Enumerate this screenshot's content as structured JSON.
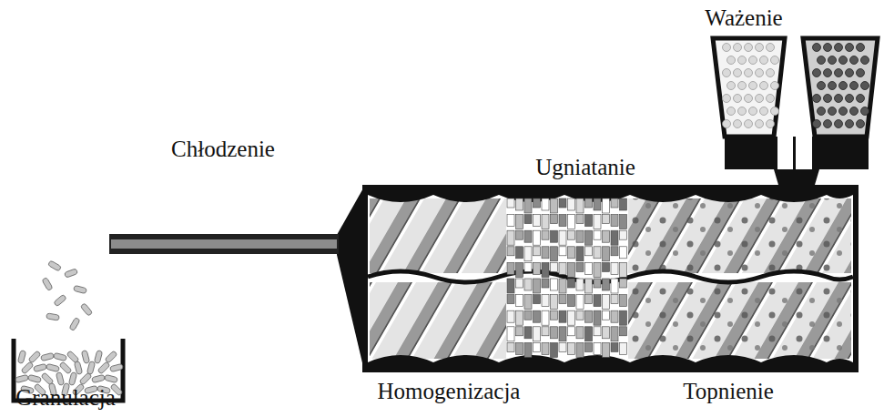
{
  "diagram": {
    "labels": [
      "Ważenie",
      "Chłodzenie",
      "Ugniatanie",
      "Homogenizacja",
      "Topnienie",
      "Granulacja"
    ]
  }
}
